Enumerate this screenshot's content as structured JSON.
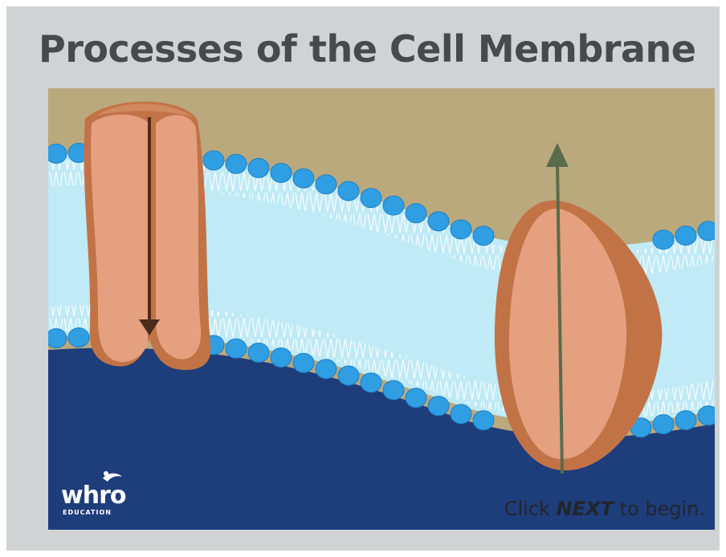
{
  "page": {
    "title": "Processes of the Cell Membrane"
  },
  "logo": {
    "word": "whro",
    "subtitle": "EDUCATION",
    "icon": "whro-logo-mark"
  },
  "caption": {
    "prefix": "Click ",
    "emphasis": "NEXT",
    "suffix": " to begin."
  },
  "colors": {
    "background": "#d0d3d4",
    "extracellular": "#bba97e",
    "bilayer": "#bfeaf6",
    "phosphate_head": "#2f9ee3",
    "cytoplasm": "#1e3d7b",
    "protein_light": "#e4a07f",
    "protein_dark": "#c27346",
    "arrow_down": "#4a2c1a",
    "arrow_up": "#5a6b4c"
  }
}
